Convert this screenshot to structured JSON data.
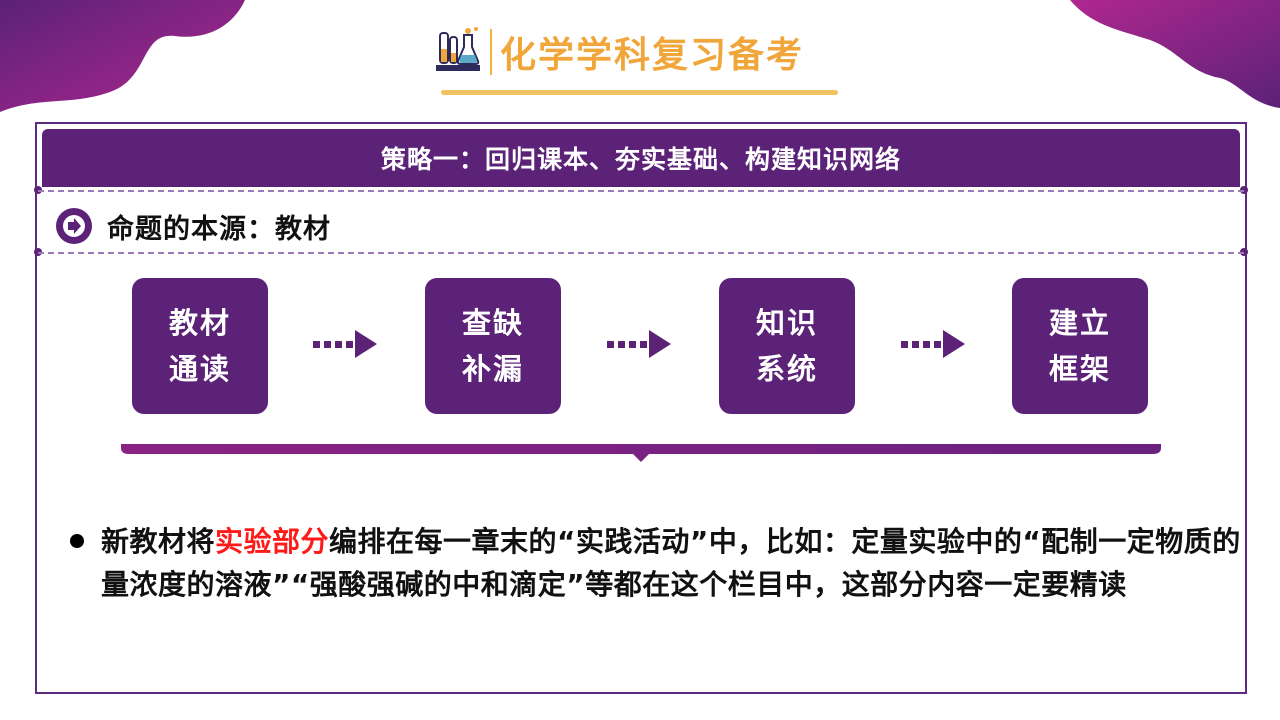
{
  "header": {
    "title": "化学学科复习备考"
  },
  "banner": {
    "title": "策略一：回归课本、夯实基础、构建知识网络"
  },
  "subheading": {
    "text": "命题的本源：教材"
  },
  "flow": {
    "steps": [
      {
        "line1": "教材",
        "line2": "通读"
      },
      {
        "line1": "查缺",
        "line2": "补漏"
      },
      {
        "line1": "知识",
        "line2": "系统"
      },
      {
        "line1": "建立",
        "line2": "框架"
      }
    ]
  },
  "paragraph": {
    "before": "新教材将",
    "highlight": "实验部分",
    "after": "编排在每一章末的“实践活动”中，比如：定量实验中的“配制一定物质的量浓度的溶液”“强酸强碱的中和滴定”等都在这个栏目中，这部分内容一定要精读"
  },
  "colors": {
    "primary": "#5b2278",
    "accent": "#f0a63a",
    "highlight": "#ff1a1a"
  },
  "icons": {
    "logo": "chemistry-lab-icon",
    "subheading": "arrow-right-circle-icon",
    "flow_arrow": "dotted-arrow-right-icon"
  }
}
